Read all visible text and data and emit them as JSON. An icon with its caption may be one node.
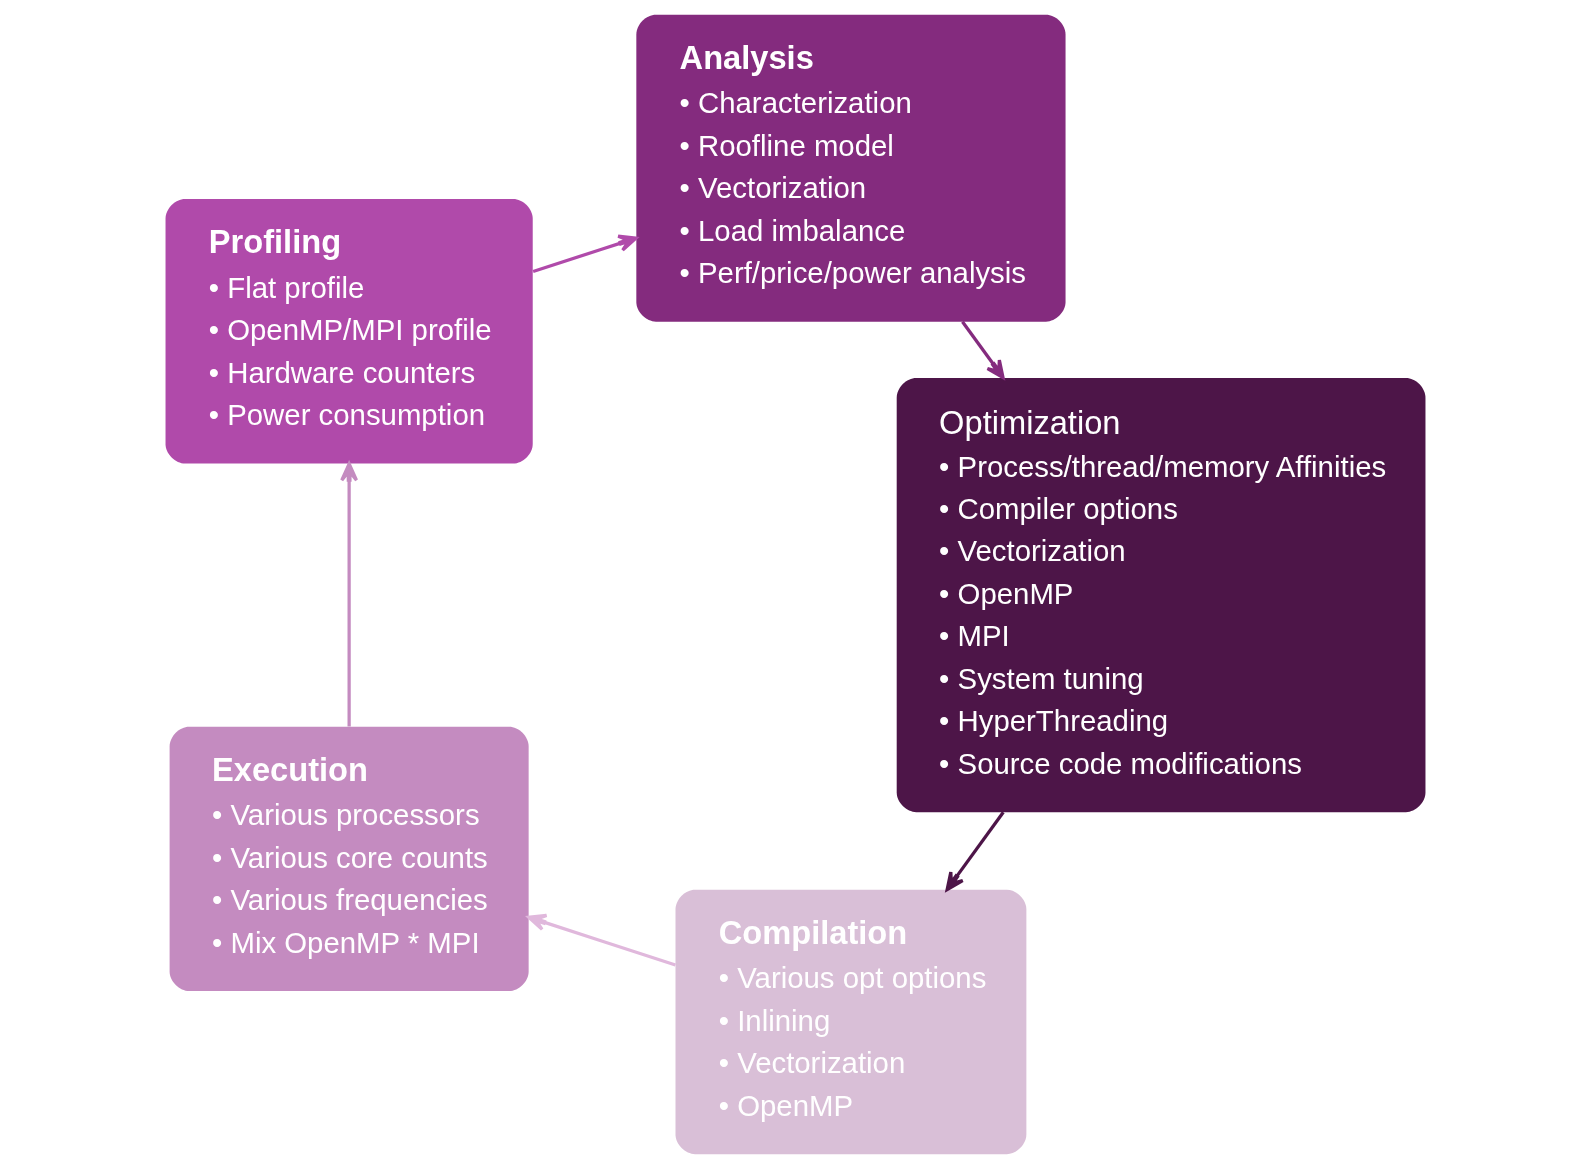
{
  "diagram": {
    "nodes": [
      {
        "text": [
          "Compilation",
          "• Various opt options",
          "• Inlining",
          "• Vectorization",
          "• OpenMP"
        ]
      },
      {
        "text": [
          "Execution",
          "• Various processors",
          "• Various core counts",
          "• Various frequencies",
          "• Mix OpenMP * MPI"
        ]
      },
      {
        "text": [
          "Profiling",
          "• Flat profile",
          "• OpenMP/MPI profile",
          "• Hardware counters",
          "• Power consumption"
        ]
      },
      {
        "text": [
          "Analysis",
          "• Characterization",
          "• Roofline model",
          "• Vectorization",
          "• Load imbalance",
          "• Perf/price/power analysis"
        ]
      },
      {
        "text": [
          "Optimization",
          "• Process/thread/memory Affinities",
          "• Compiler options",
          "• Vectorization",
          "• OpenMP",
          "• MPI",
          "• System tuning",
          "• HyperThreading",
          "• Source code modifications"
        ]
      }
    ],
    "edges": [
      {
        "from": 0,
        "to": 1,
        "arrow": "to",
        "color": "#e0b8dc"
      },
      {
        "from": 1,
        "to": 2,
        "arrow": "to",
        "color": "#c48bc0"
      },
      {
        "from": 2,
        "to": 3,
        "arrow": "to",
        "color": "#b04aaa"
      },
      {
        "from": 3,
        "to": 4,
        "arrow": "to",
        "color": "#842b7e"
      },
      {
        "from": 4,
        "to": 0,
        "arrow": "to",
        "color": "#4d1548"
      }
    ]
  }
}
